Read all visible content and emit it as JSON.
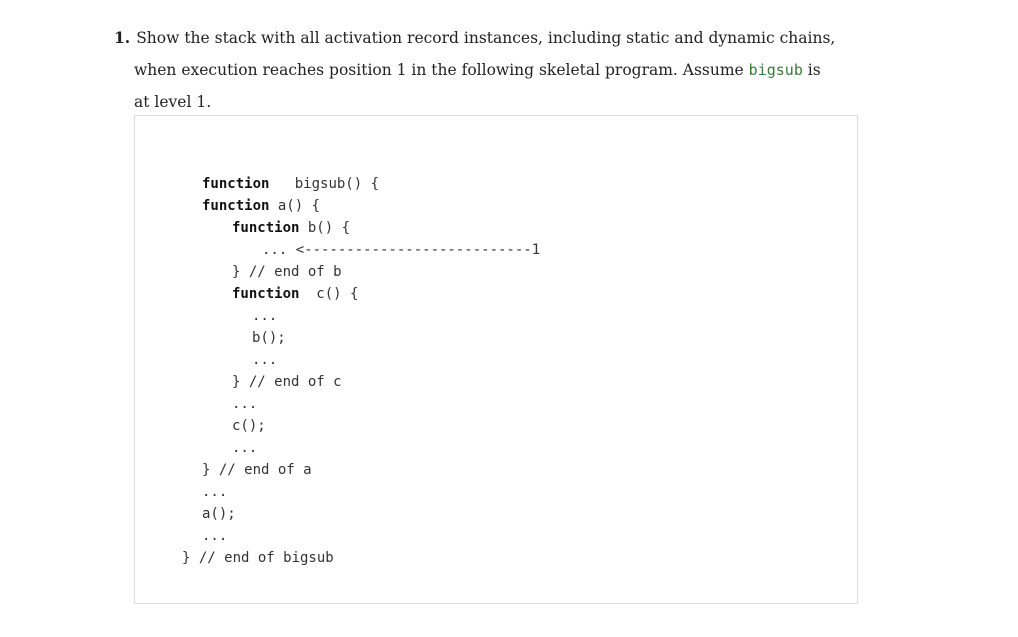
{
  "question": {
    "number": "1.",
    "line1": "Show the stack with all activation record instances, including static and dynamic chains,",
    "line2_before": "when execution reaches position 1 in the following skeletal program. Assume ",
    "line2_code": "bigsub",
    "line2_after": " is",
    "line3": "at level 1."
  },
  "code": {
    "l1_kw": "function",
    "l1_rest": "   bigsub() {",
    "l2_kw": "function",
    "l2_rest": " a() {",
    "l3_kw": "function",
    "l3_rest": " b() {",
    "l4": "... <---------------------------1",
    "l5": "} // end of b",
    "l6_kw": "function",
    "l6_rest": "  c() {",
    "l7": "...",
    "l8": "b();",
    "l9": "...",
    "l10": "} // end of c",
    "l11": "...",
    "l12": "c();",
    "l13": "...",
    "l14": "} // end of a",
    "l15": "...",
    "l16": "a();",
    "l17": "...",
    "l18": "} // end of bigsub"
  }
}
